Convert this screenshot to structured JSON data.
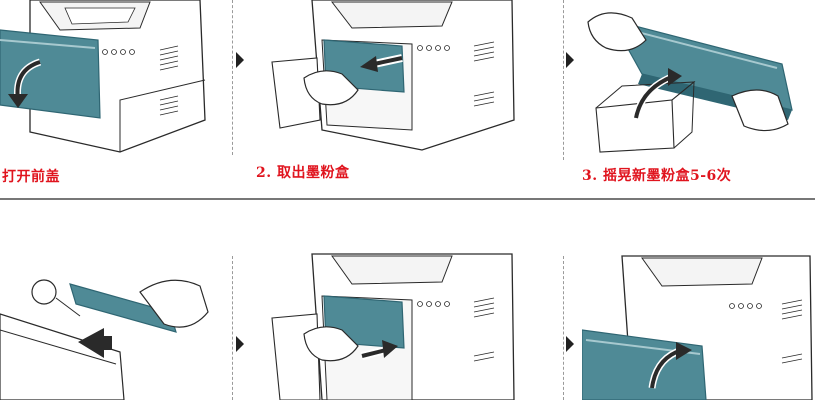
{
  "steps": {
    "s1": {
      "caption": "打开前盖"
    },
    "s2": {
      "caption": "2. 取出墨粉盒"
    },
    "s3": {
      "caption": "3. 摇晃新墨粉盒5-6次"
    }
  },
  "colors": {
    "caption_red": "#e0141e",
    "teal": "#4f8a96",
    "teal_dark": "#2f6673",
    "line": "#2a2a2a"
  },
  "icons": {
    "pointer": "black-triangle-right-icon",
    "hand": "hand-icon",
    "arrow": "curved-arrow-icon"
  }
}
